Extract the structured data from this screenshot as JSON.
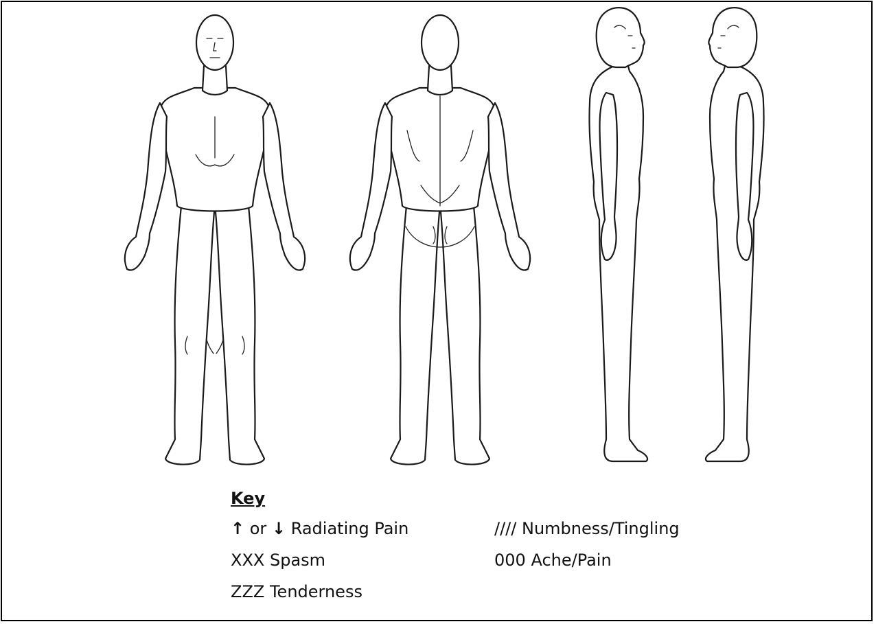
{
  "figures": [
    {
      "view": "front",
      "icon": "human-body-front-icon"
    },
    {
      "view": "back",
      "icon": "human-body-back-icon"
    },
    {
      "view": "right-side",
      "icon": "human-body-side-right-icon"
    },
    {
      "view": "left-side",
      "icon": "human-body-side-left-icon"
    }
  ],
  "legend": {
    "title": "Key",
    "items": {
      "radiating": {
        "up_arrow": "↑",
        "connector": "or",
        "down_arrow": "↓",
        "label": "Radiating Pain"
      },
      "numbness": {
        "symbol": "////",
        "label": "Numbness/Tingling"
      },
      "spasm": {
        "symbol": "XXX",
        "label": "Spasm"
      },
      "ache": {
        "symbol": "000",
        "label": "Ache/Pain"
      },
      "tenderness": {
        "symbol": "ZZZ",
        "label": "Tenderness"
      }
    }
  }
}
